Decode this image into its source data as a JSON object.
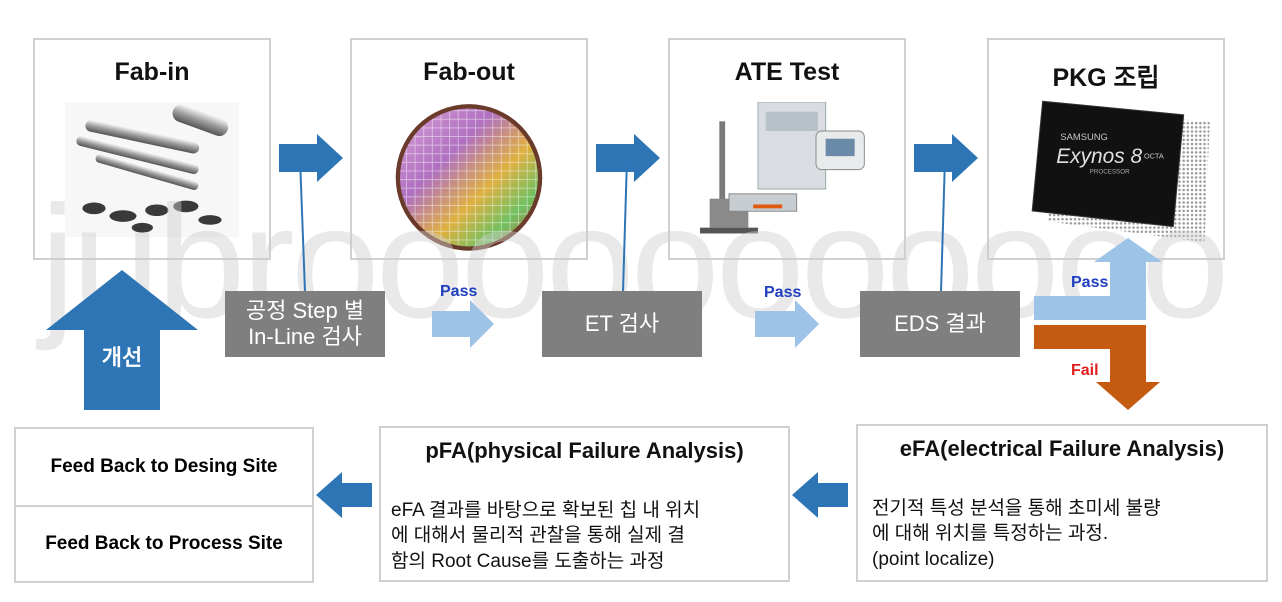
{
  "stages": [
    {
      "title": "Fab-in",
      "image": "silicon-ingots-and-wafers"
    },
    {
      "title": "Fab-out",
      "image": "processed-wafer"
    },
    {
      "title": "ATE Test",
      "image": "test-equipment"
    },
    {
      "title": "PKG 조립",
      "image": "packaged-chip"
    }
  ],
  "package_chip": {
    "brand": "SAMSUNG",
    "model": "Exynos 8",
    "sub": "OCTA",
    "tag": "PROCESSOR"
  },
  "inspections": [
    {
      "line1": "공정 Step 별",
      "line2": "In-Line 검사"
    },
    {
      "line1": "ET 검사"
    },
    {
      "line1": "EDS 결과"
    }
  ],
  "flow_labels": {
    "pass1": "Pass",
    "pass2": "Pass",
    "pass3": "Pass",
    "fail": "Fail"
  },
  "improve_label": "개선",
  "feedback": {
    "design": "Feed Back to Desing Site",
    "process": "Feed Back to Process Site"
  },
  "pfa": {
    "title": "pFA(physical Failure Analysis)",
    "line1": "eFA 결과를 바탕으로 확보된 칩 내 위치",
    "line2": "에 대해서 물리적 관찰을 통해 실제 결",
    "line3": "함의 Root Cause를 도출하는 과정"
  },
  "efa": {
    "title": "eFA(electrical Failure Analysis)",
    "line1": "전기적 특성 분석을 통해 초미세 불량",
    "line2": "에 대해 위치를 특정하는 과정.",
    "line3": "(point localize)"
  },
  "watermark": "jubrooooooooooo",
  "colors": {
    "arrow_dark": "#2e75b6",
    "arrow_light": "#9dc3e6",
    "fail_arrow": "#c55a11",
    "grey_box": "#7f7f7f",
    "pass_text": "#1f3fbf",
    "fail_text": "#e02020"
  }
}
